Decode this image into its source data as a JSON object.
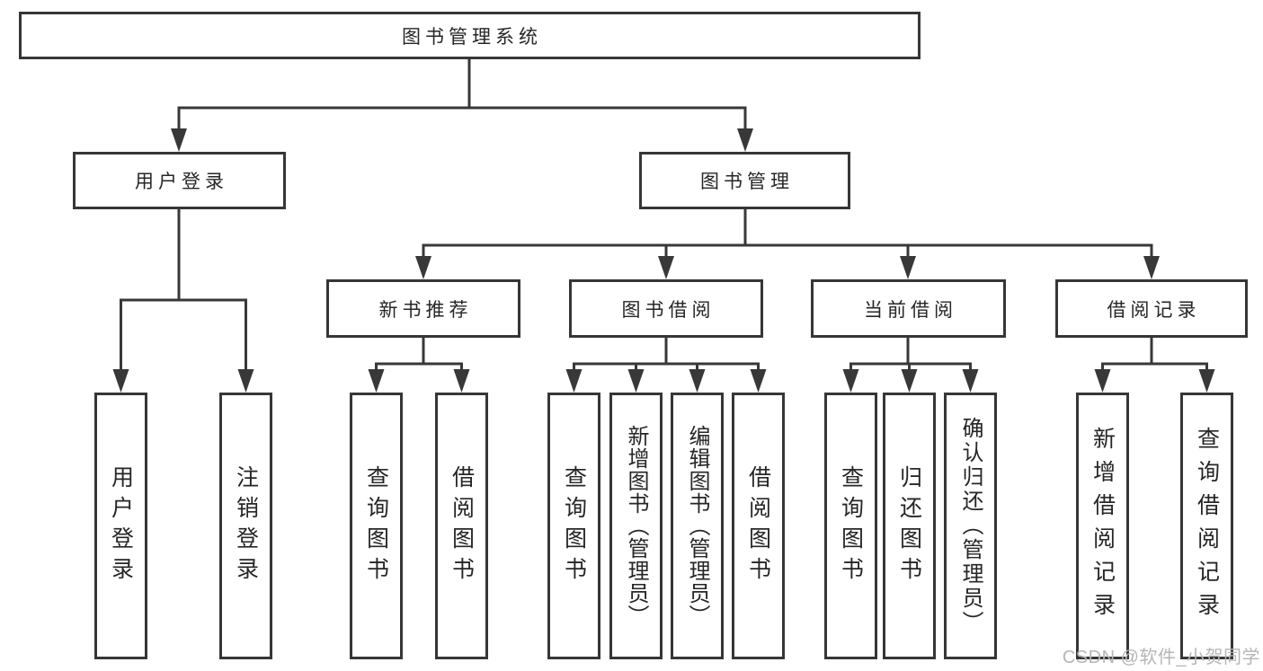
{
  "diagram": {
    "root": {
      "label": "图书管理系统"
    },
    "level2": [
      {
        "label": "用户登录",
        "children": [
          {
            "label": "用户登录"
          },
          {
            "label": "注销登录"
          }
        ]
      },
      {
        "label": "图书管理",
        "children": [
          {
            "label": "新书推荐",
            "children": [
              {
                "label": "查询图书"
              },
              {
                "label": "借阅图书"
              }
            ]
          },
          {
            "label": "图书借阅",
            "children": [
              {
                "label": "查询图书"
              },
              {
                "label": "新增图书（管理员）"
              },
              {
                "label": "编辑图书（管理员）"
              },
              {
                "label": "借阅图书"
              }
            ]
          },
          {
            "label": "当前借阅",
            "children": [
              {
                "label": "查询图书"
              },
              {
                "label": "归还图书"
              },
              {
                "label": "确认归还（管理员）"
              }
            ]
          },
          {
            "label": "借阅记录",
            "children": [
              {
                "label": "新增借阅记录"
              },
              {
                "label": "查询借阅记录"
              }
            ]
          }
        ]
      }
    ]
  },
  "watermark": {
    "text": "CSDN @软件_小贺同学"
  },
  "icons": {
    "arrowhead": "solid-down-triangle"
  },
  "colors": {
    "line": "#383838",
    "box_border": "#363636",
    "text": "#262626",
    "background": "#ffffff",
    "watermark": "#b6b6b6"
  }
}
